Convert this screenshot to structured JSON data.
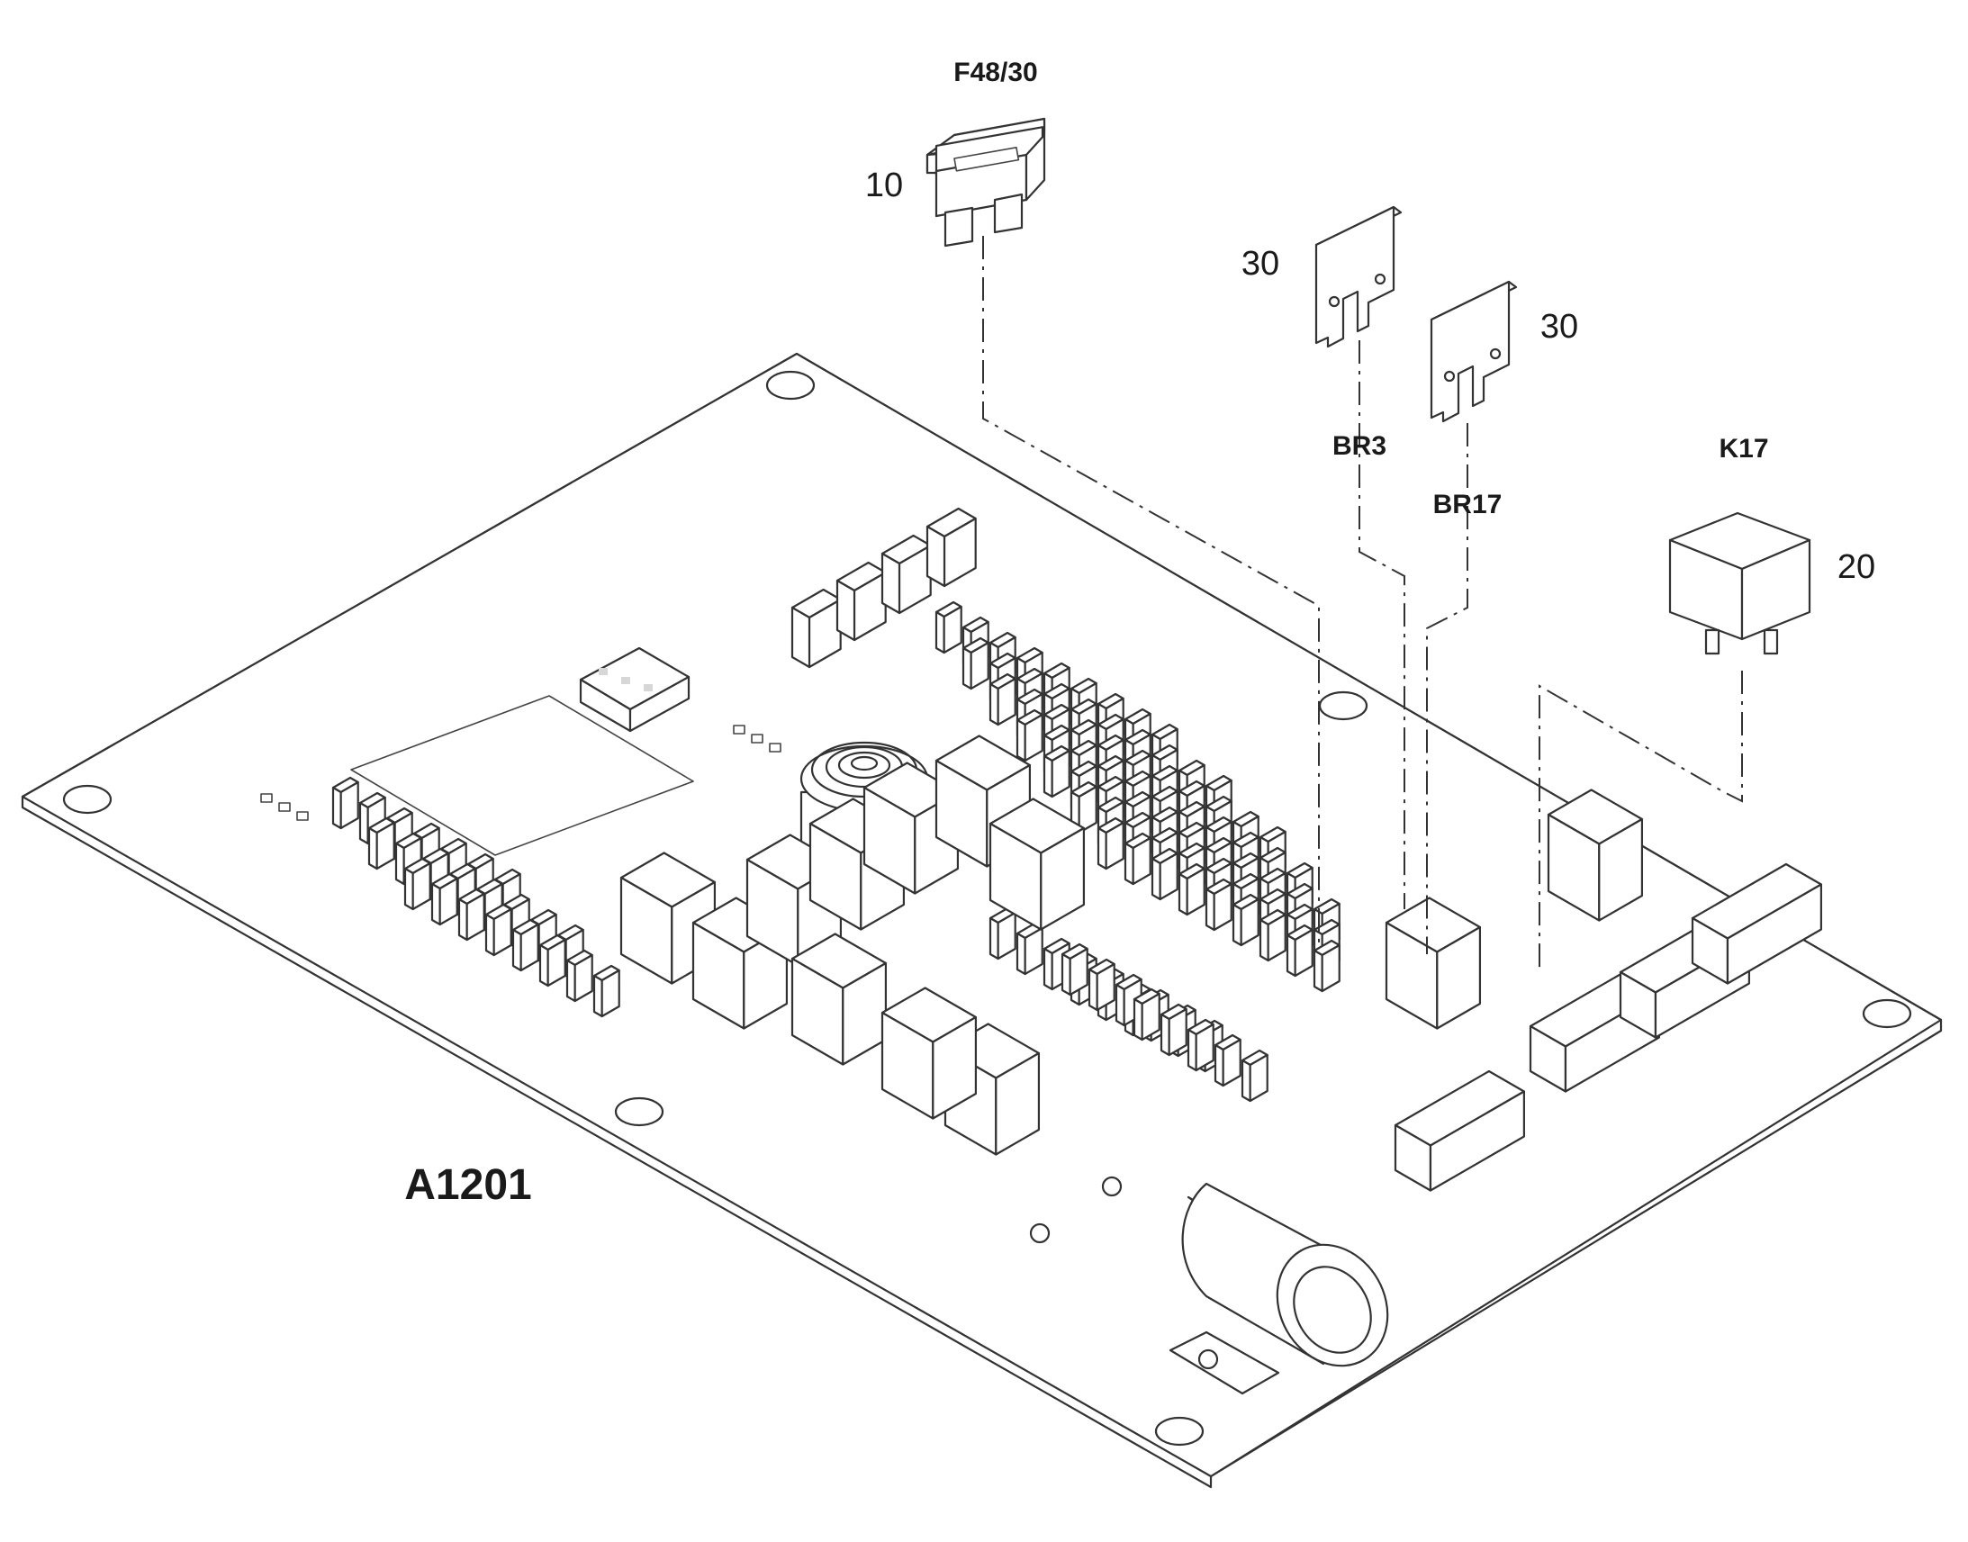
{
  "diagram": {
    "board_label": "A1201",
    "parts": [
      {
        "id": "fuse",
        "name": "F48/30",
        "qty": "10"
      },
      {
        "id": "bridge1",
        "name": "BR3",
        "qty": "30"
      },
      {
        "id": "bridge2",
        "name": "BR17",
        "qty": "30"
      },
      {
        "id": "relay",
        "name": "K17",
        "qty": "20"
      }
    ]
  }
}
